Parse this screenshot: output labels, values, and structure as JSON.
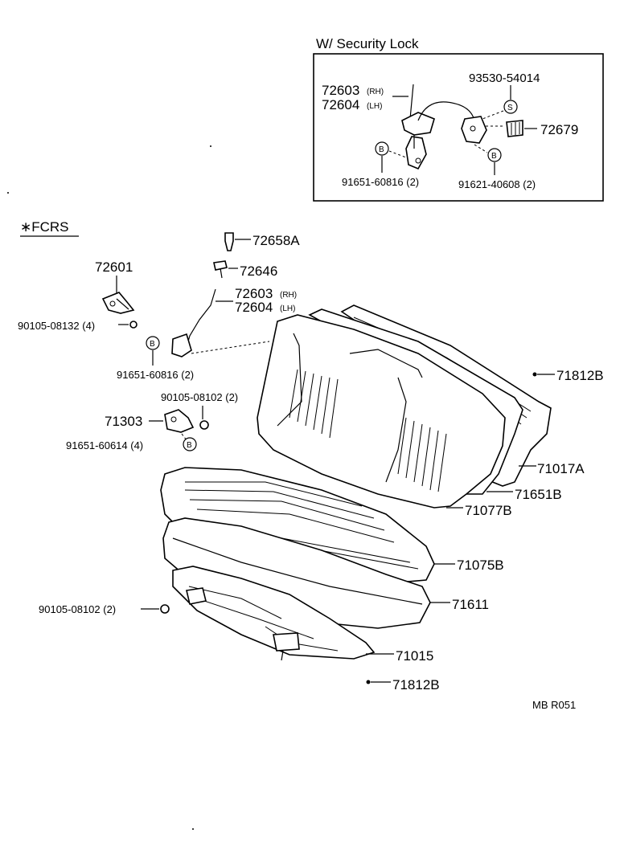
{
  "inset": {
    "title": "W/ Security Lock",
    "labels": {
      "p72603": "72603",
      "rh": "(RH)",
      "p72604": "72604",
      "lh": "(LH)",
      "p93530": "93530-54014",
      "p72679": "72679",
      "p91651": "91651-60816 (2)",
      "p91621": "91621-40608 (2)",
      "markS": "S",
      "markB1": "B",
      "markB2": "B"
    }
  },
  "fcrs_title": "∗FCRS",
  "labels": {
    "p72658A": "72658A",
    "p72646": "72646",
    "p72601": "72601",
    "p72603": "72603",
    "rh": "(RH)",
    "p72604": "72604",
    "lh": "(LH)",
    "p90105_08132": "90105-08132 (4)",
    "p91651_60816": "91651-60816 (2)",
    "p90105_08102a": "90105-08102 (2)",
    "p71303": "71303",
    "p91651_60614": "91651-60614 (4)",
    "p71812B_top": "71812B",
    "p71017A": "71017A",
    "p71651B": "71651B",
    "p71077B": "71077B",
    "p71075B": "71075B",
    "p71611": "71611",
    "p90105_08102b": "90105-08102 (2)",
    "p71015": "71015",
    "p71812B_bot": "71812B",
    "markB1": "B",
    "markB2": "B"
  },
  "footer_code": "MB  R051"
}
